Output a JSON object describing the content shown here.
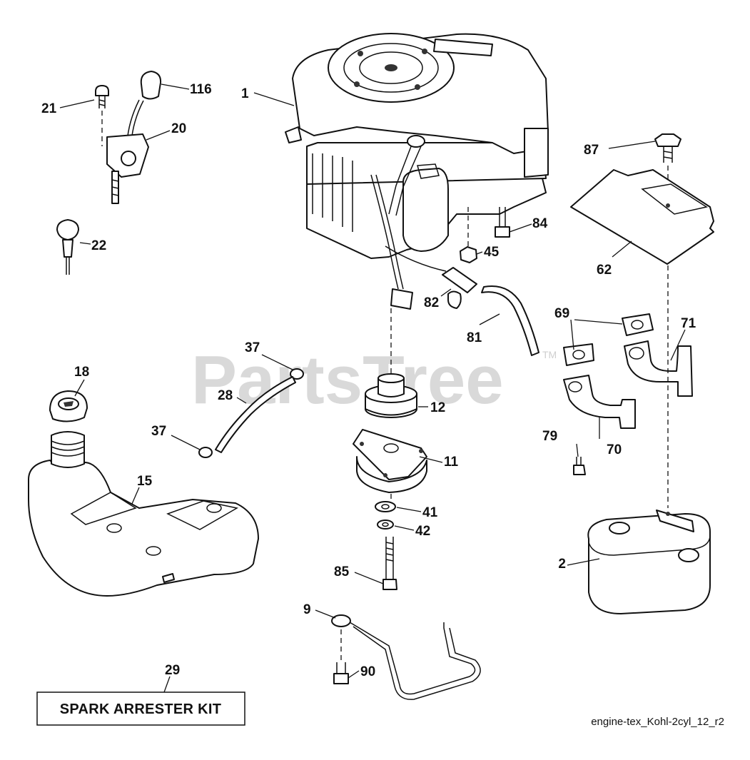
{
  "watermark": {
    "brand": "PartsTree",
    "trademark": "TM"
  },
  "callouts": {
    "c1": "1",
    "c2": "2",
    "c9": "9",
    "c11": "11",
    "c12": "12",
    "c15": "15",
    "c18": "18",
    "c20": "20",
    "c21": "21",
    "c22": "22",
    "c28": "28",
    "c29": "29",
    "c37a": "37",
    "c37b": "37",
    "c41": "41",
    "c42": "42",
    "c45": "45",
    "c62": "62",
    "c69": "69",
    "c70": "70",
    "c71": "71",
    "c79": "79",
    "c81": "81",
    "c82": "82",
    "c84": "84",
    "c85": "85",
    "c87": "87",
    "c90": "90",
    "c116": "116"
  },
  "kit_box": {
    "label": "SPARK ARRESTER KIT"
  },
  "footer": {
    "drawing_code": "engine-tex_Kohl-2cyl_12_r2"
  },
  "colors": {
    "line": "#111111",
    "watermark": "#d9d9d9",
    "background": "#ffffff"
  }
}
